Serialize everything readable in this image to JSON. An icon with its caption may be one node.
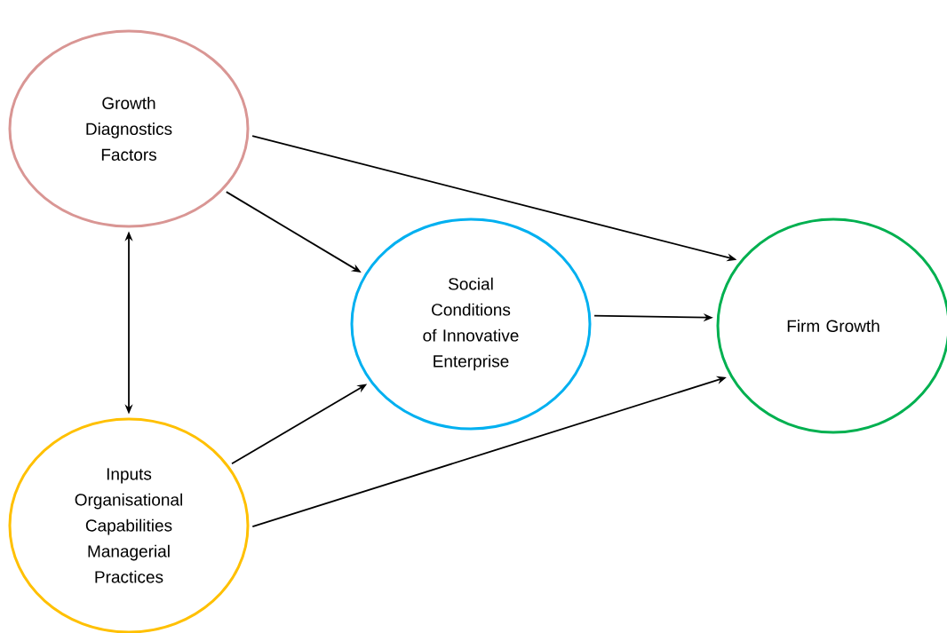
{
  "diagram": {
    "nodes": [
      {
        "text": [
          "Growth Diagnostics Factors"
        ]
      },
      {
        "text": [
          "Social Conditions of Innovative Enterprise"
        ]
      },
      {
        "text": [
          "Firm Growth"
        ]
      },
      {
        "text": [
          "Inputs",
          "Organisational Capabilities",
          "Managerial Practices"
        ]
      }
    ],
    "edges": [
      {
        "from": 0,
        "to": 2,
        "arrow": "to"
      },
      {
        "from": 0,
        "to": 1,
        "arrow": "to"
      },
      {
        "from": 0,
        "to": 3,
        "arrow": "both"
      },
      {
        "from": 1,
        "to": 2,
        "arrow": "to"
      },
      {
        "from": 3,
        "to": 1,
        "arrow": "to"
      },
      {
        "from": 3,
        "to": 2,
        "arrow": "to"
      }
    ]
  }
}
